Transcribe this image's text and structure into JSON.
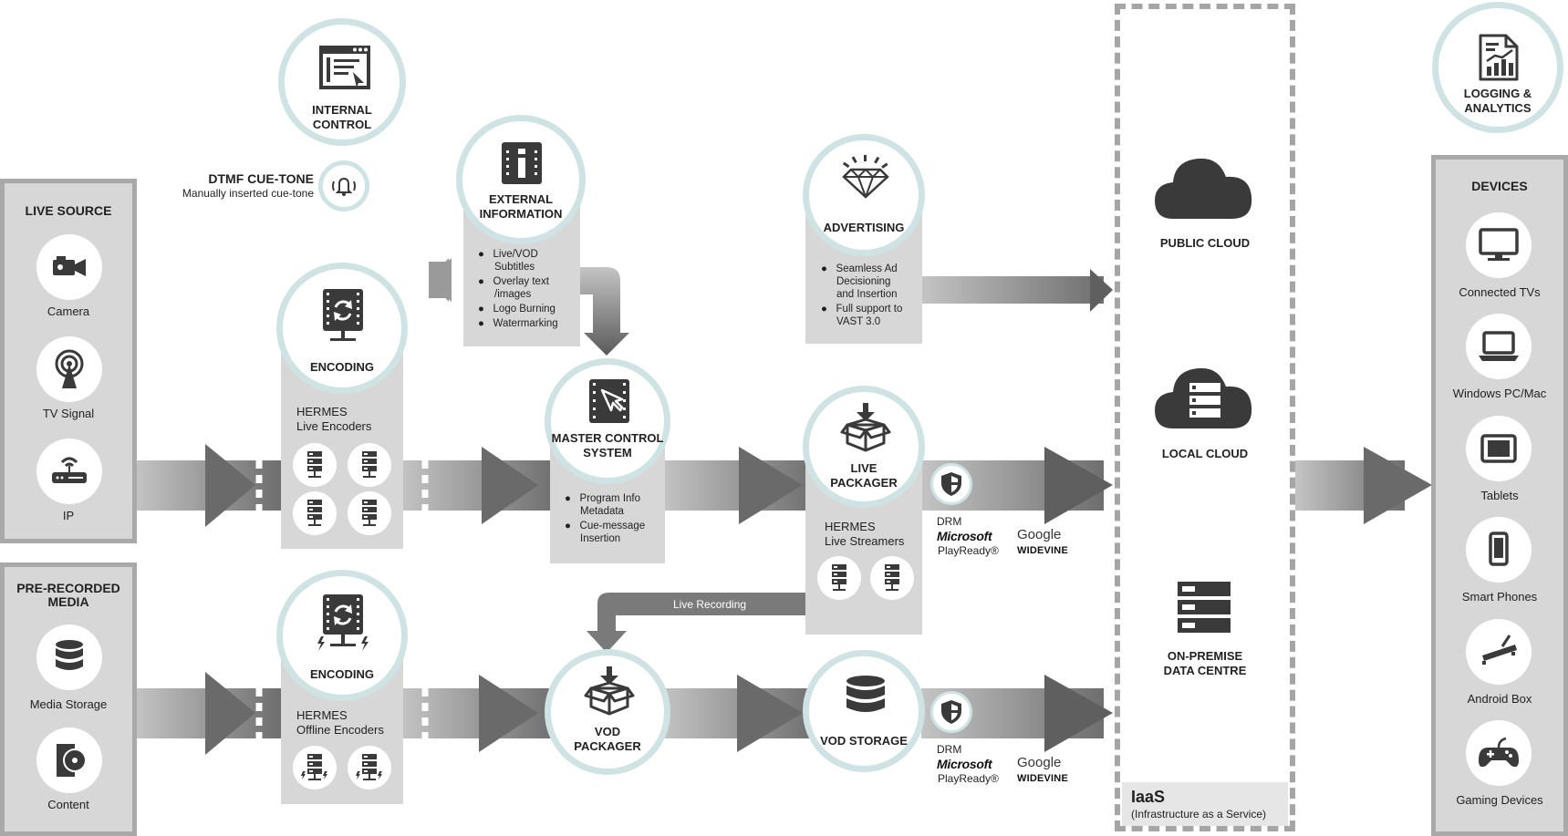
{
  "live_source": {
    "title": "LIVE SOURCE",
    "items": [
      {
        "label": "Camera",
        "icon": "camera-icon"
      },
      {
        "label": "TV Signal",
        "icon": "antenna-icon"
      },
      {
        "label": "IP",
        "icon": "router-icon"
      }
    ]
  },
  "prerecorded": {
    "title_line1": "PRE-RECORDED",
    "title_line2": "MEDIA",
    "items": [
      {
        "label": "Media Storage",
        "icon": "database-icon"
      },
      {
        "label": "Content",
        "icon": "disc-case-icon"
      }
    ]
  },
  "internal_control": {
    "line1": "INTERNAL",
    "line2": "CONTROL"
  },
  "dtmf": {
    "title": "DTMF CUE-TONE",
    "subtitle": "Manually inserted cue-tone"
  },
  "external_info": {
    "line1": "EXTERNAL",
    "line2": "INFORMATION",
    "bullets": [
      "Live/VOD",
      "Subtitles",
      "Overlay text",
      "/images",
      "Logo Burning",
      "Watermarking"
    ]
  },
  "advertising": {
    "title": "ADVERTISING",
    "bullets": [
      "Seamless Ad",
      "Decisioning",
      "and Insertion",
      "Full support to",
      "VAST 3.0"
    ]
  },
  "encoding_live": {
    "title": "ENCODING",
    "line1": "HERMES",
    "line2": "Live Encoders"
  },
  "encoding_offline": {
    "title": "ENCODING",
    "line1": "HERMES",
    "line2": "Offline Encoders"
  },
  "master_control": {
    "line1": "MASTER CONTROL",
    "line2": "SYSTEM",
    "bullets": [
      "Program Info",
      "Metadata",
      "Cue-message",
      "Insertion"
    ]
  },
  "live_packager": {
    "line1": "LIVE",
    "line2": "PACKAGER",
    "sub1": "HERMES",
    "sub2": "Live Streamers"
  },
  "live_recording": "Live Recording",
  "vod_packager": {
    "line1": "VOD",
    "line2": "PACKAGER"
  },
  "vod_storage": {
    "title": "VOD STORAGE"
  },
  "drm": {
    "label": "DRM",
    "microsoft": "Microsoft",
    "playready": "PlayReady®",
    "google": "Google",
    "widevine": "WIDEVINE"
  },
  "iaas": {
    "public_cloud": "PUBLIC CLOUD",
    "local_cloud": "LOCAL CLOUD",
    "onprem_line1": "ON-PREMISE",
    "onprem_line2": "DATA CENTRE",
    "footer_title": "IaaS",
    "footer_sub": "(Infrastructure as a Service)"
  },
  "logging": {
    "line1": "LOGGING &",
    "line2": "ANALYTICS"
  },
  "devices": {
    "title": "DEVICES",
    "items": [
      {
        "label": "Connected TVs",
        "icon": "tv-icon"
      },
      {
        "label": "Windows PC/Mac",
        "icon": "laptop-icon"
      },
      {
        "label": "Tablets",
        "icon": "tablet-icon"
      },
      {
        "label": "Smart Phones",
        "icon": "smartphone-icon"
      },
      {
        "label": "Android Box",
        "icon": "set-top-box-icon"
      },
      {
        "label": "Gaming Devices",
        "icon": "gamepad-icon"
      }
    ]
  },
  "colors": {
    "teal_ring": "#cfe3e4",
    "panel": "#d7d7d7",
    "dark": "#3a3a3a",
    "arrow": "#8a8a8a"
  }
}
